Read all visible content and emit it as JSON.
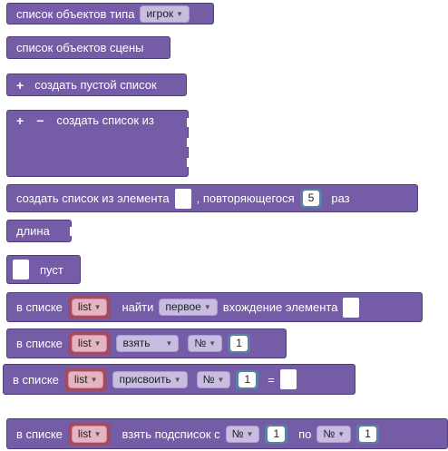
{
  "colors": {
    "list_block": "#745ca6",
    "variable_block": "#a24b63",
    "number_block": "#5b80a5"
  },
  "blocks": {
    "objects_of_type": {
      "label": "список объектов типа",
      "type_value": "игрок"
    },
    "scene_objects": {
      "label": "список объектов сцены"
    },
    "empty_list": {
      "plus": "+",
      "label": "создать пустой список"
    },
    "list_from": {
      "plus": "+",
      "minus": "−",
      "label": "создать список из"
    },
    "repeat": {
      "label": "создать список из элемента",
      "label2": ", повторяющегося",
      "count": "5",
      "label3": "раз"
    },
    "length": {
      "label": "длина"
    },
    "is_empty": {
      "label": "пуст"
    },
    "find": {
      "in_list": "в списке",
      "var": "list",
      "find": "найти",
      "which": "первое",
      "label": "вхождение элемента"
    },
    "get": {
      "in_list": "в списке",
      "var": "list",
      "action": "взять",
      "index_mode": "№",
      "index": "1"
    },
    "set": {
      "in_list": "в списке",
      "var": "list",
      "action": "присвоить",
      "index_mode": "№",
      "index": "1",
      "eq": "="
    },
    "sublist": {
      "in_list": "в списке",
      "var": "list",
      "label": "взять подсписок с",
      "from_mode": "№",
      "from": "1",
      "to_label": "по",
      "to_mode": "№",
      "to": "1"
    }
  }
}
